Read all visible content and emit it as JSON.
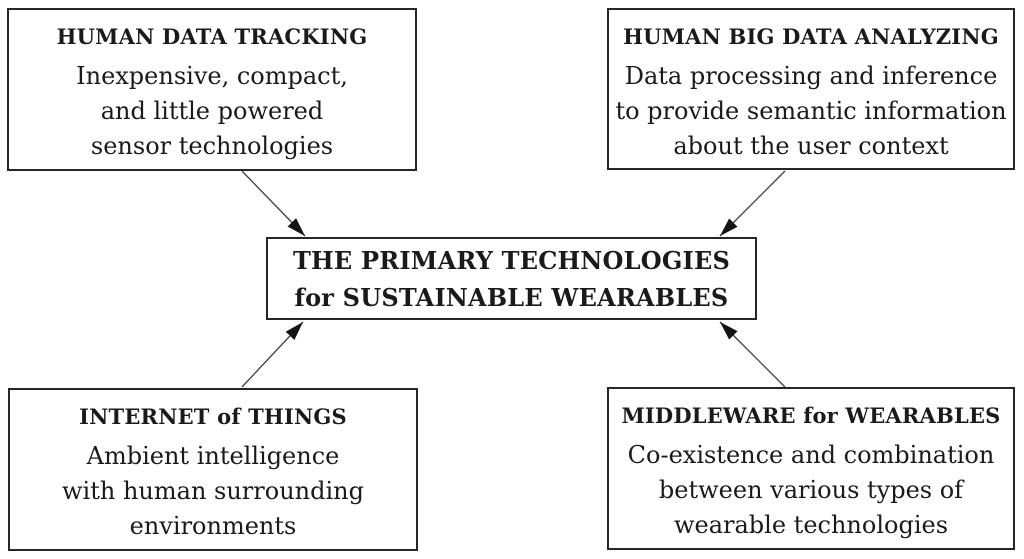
{
  "diagram": {
    "center_box": {
      "line1": "THE PRIMARY TECHNOLOGIES",
      "line2": "for SUSTAINABLE WEARABLES"
    },
    "boxes": {
      "top_left": {
        "title": "HUMAN DATA TRACKING",
        "lines": [
          "Inexpensive, compact,",
          "and little powered",
          "sensor technologies"
        ]
      },
      "top_right": {
        "title": "HUMAN BIG DATA ANALYZING",
        "lines": [
          "Data processing and inference",
          "to provide semantic information",
          "about the user context"
        ]
      },
      "bottom_left": {
        "title": "INTERNET of THINGS",
        "lines": [
          "Ambient intelligence",
          "with human surrounding",
          "environments"
        ]
      },
      "bottom_right": {
        "title": "MIDDLEWARE for WEARABLES",
        "lines": [
          "Co-existence and combination",
          "between various types of",
          "wearable technologies"
        ]
      }
    },
    "connections": [
      {
        "from": "HUMAN DATA TRACKING",
        "to": "THE PRIMARY TECHNOLOGIES for SUSTAINABLE WEARABLES"
      },
      {
        "from": "HUMAN BIG DATA ANALYZING",
        "to": "THE PRIMARY TECHNOLOGIES for SUSTAINABLE WEARABLES"
      },
      {
        "from": "INTERNET of THINGS",
        "to": "THE PRIMARY TECHNOLOGIES for SUSTAINABLE WEARABLES"
      },
      {
        "from": "MIDDLEWARE for WEARABLES",
        "to": "THE PRIMARY TECHNOLOGIES for SUSTAINABLE WEARABLES"
      }
    ],
    "colors": {
      "background": "#ffffff",
      "border": "#262626",
      "text": "#1a1a1a",
      "arrow_line": "#3d3d3d",
      "arrowhead": "#141414"
    }
  }
}
